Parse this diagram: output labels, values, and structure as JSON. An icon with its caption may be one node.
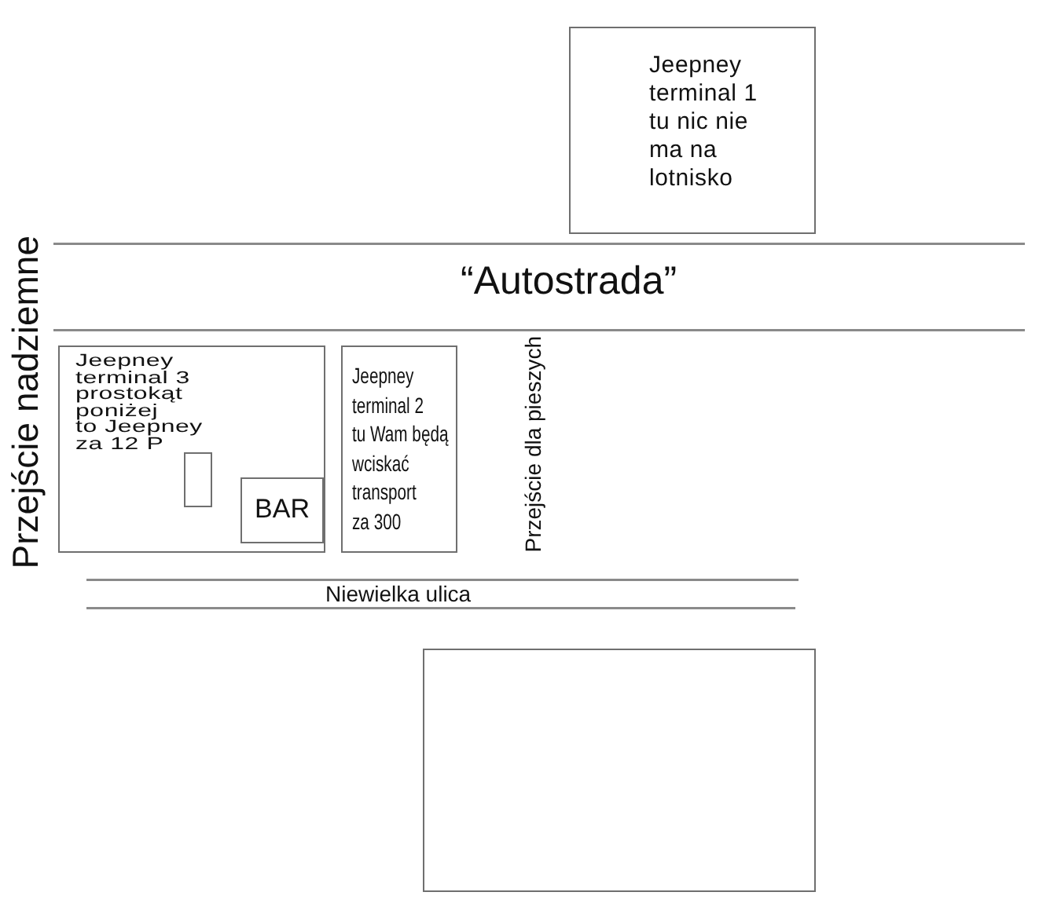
{
  "diagram": {
    "nodes": [
      {
        "text": [
          "Jeepney terminal 1 tu nic nie ma na lotnisko"
        ]
      },
      {
        "text": [
          "Jeepney terminal 3 prostokąt poniżej to Jeepney za 12 P"
        ]
      },
      {
        "text": [],
        "shape": "box",
        "in": 1
      },
      {
        "text": [
          "BAR"
        ],
        "in": 1
      },
      {
        "text": [
          "Jeepney terminal 2 tu Wam będą wciskać transport za 300"
        ]
      },
      {
        "text": [],
        "shape": "box"
      }
    ],
    "labels": [
      "“Autostrada”",
      "Przejście nadziemne",
      "Przejście dla pieszych",
      "Niewielka ulica"
    ]
  }
}
